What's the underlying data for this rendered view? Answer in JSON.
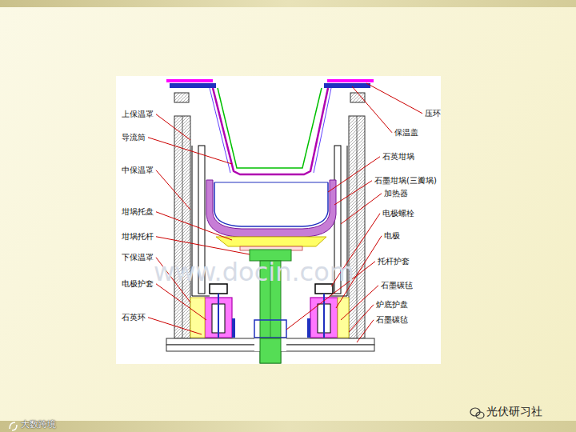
{
  "diagram": {
    "labels": [
      "上保温罩",
      "导流筒",
      "中保温罩",
      "坩埚托盘",
      "坩埚托杆",
      "下保温罩",
      "电极护套",
      "石英环",
      "压环",
      "保温盖",
      "石英坩埚",
      "石墨坩埚(三瓣埚)",
      "加热器",
      "电极螺栓",
      "电极",
      "托杆护套",
      "石墨碳毡",
      "炉底护盘",
      "石墨碳毡",
      "www.docin.com",
      "光伏研习社",
      "大数跨境"
    ]
  }
}
